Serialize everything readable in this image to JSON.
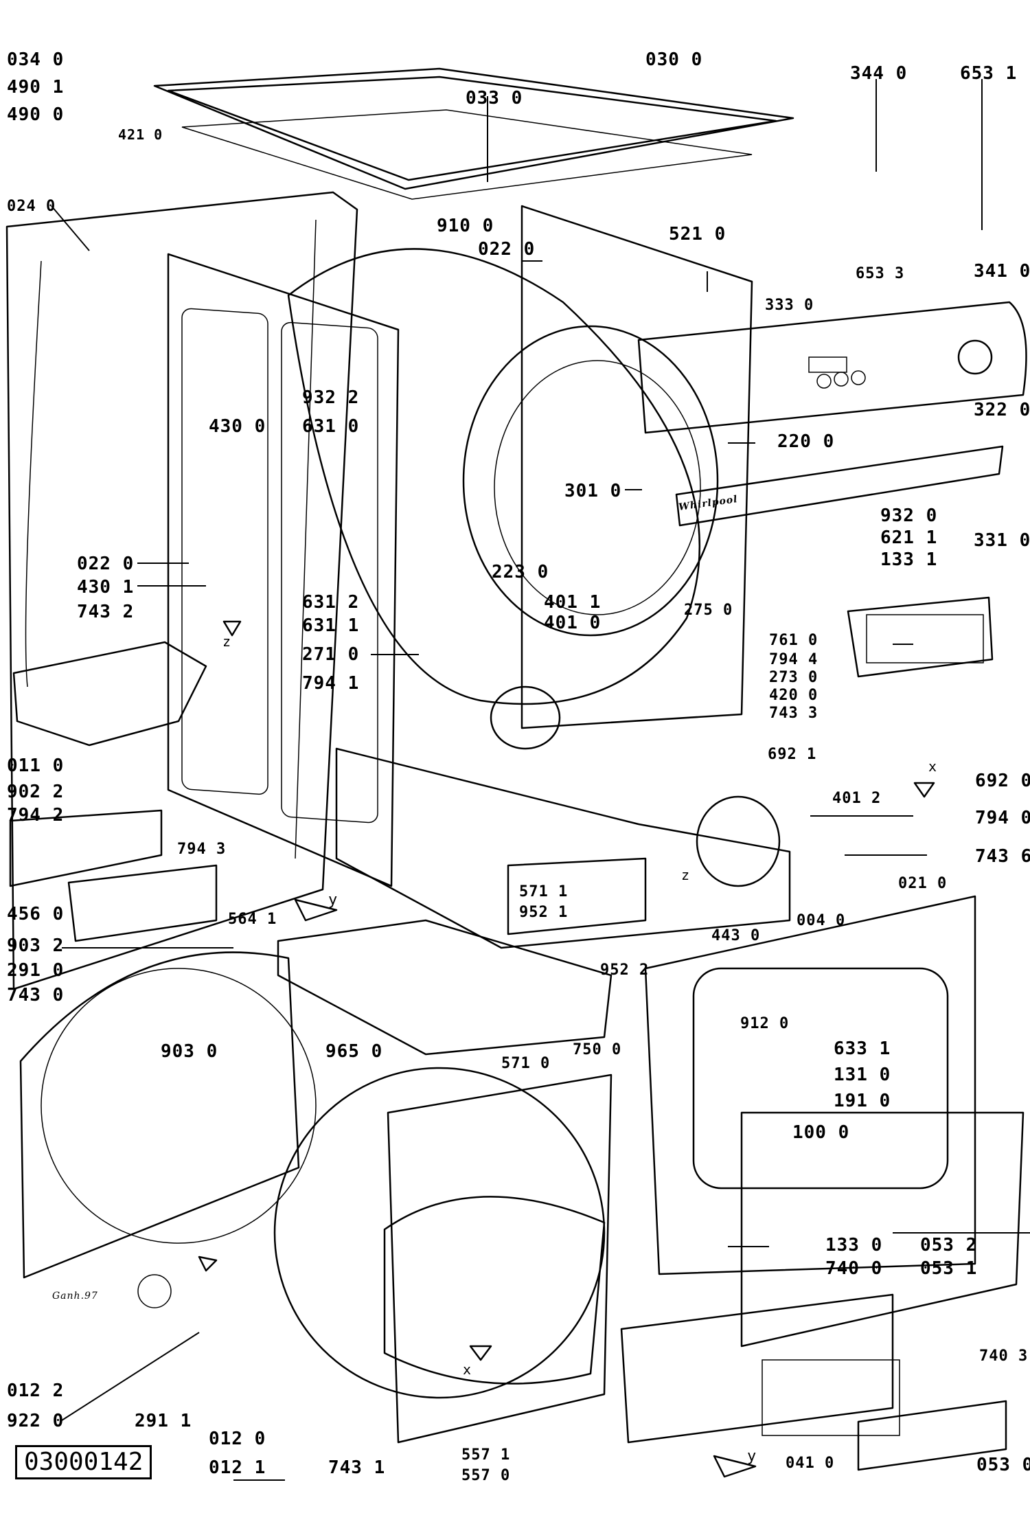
{
  "document_id": "03000142",
  "brand_marking": "Whirlpool",
  "rear_panel_marking": "Ganh.97",
  "labels": [
    "034 0",
    "490 1",
    "490 0",
    "421 0",
    "024 0",
    "030 0",
    "033 0",
    "344 0",
    "653 1",
    "910 0",
    "022 0",
    "521 0",
    "653 3",
    "341 0",
    "333 0",
    "932 2",
    "631 0",
    "430 0",
    "322 0",
    "220 0",
    "301 0",
    "022 0",
    "430 1",
    "743 2",
    "223 0",
    "932 0",
    "621 1",
    "133 1",
    "331 0",
    "631 2",
    "631 1",
    "401 1",
    "401 0",
    "275 0",
    "271 0",
    "794 1",
    "761 0",
    "794 4",
    "273 0",
    "420 0",
    "743 3",
    "692 1",
    "692 0",
    "401 2",
    "011 0",
    "902 2",
    "794 2",
    "794 0",
    "743 6",
    "794 3",
    "456 0",
    "564 1",
    "571 1",
    "952 1",
    "443 0",
    "004 0",
    "021 0",
    "903 2",
    "291 0",
    "743 0",
    "952 2",
    "912 0",
    "633 1",
    "131 0",
    "191 0",
    "903 0",
    "965 0",
    "571 0",
    "750 0",
    "100 0",
    "133 0",
    "053 2",
    "053 1",
    "740 0",
    "740 3",
    "012 2",
    "922 0",
    "291 1",
    "012 0",
    "012 1",
    "743 1",
    "557 1",
    "557 0",
    "041 0",
    "053 0"
  ],
  "direction_markers": [
    "z",
    "z",
    "y",
    "y",
    "x",
    "x"
  ]
}
